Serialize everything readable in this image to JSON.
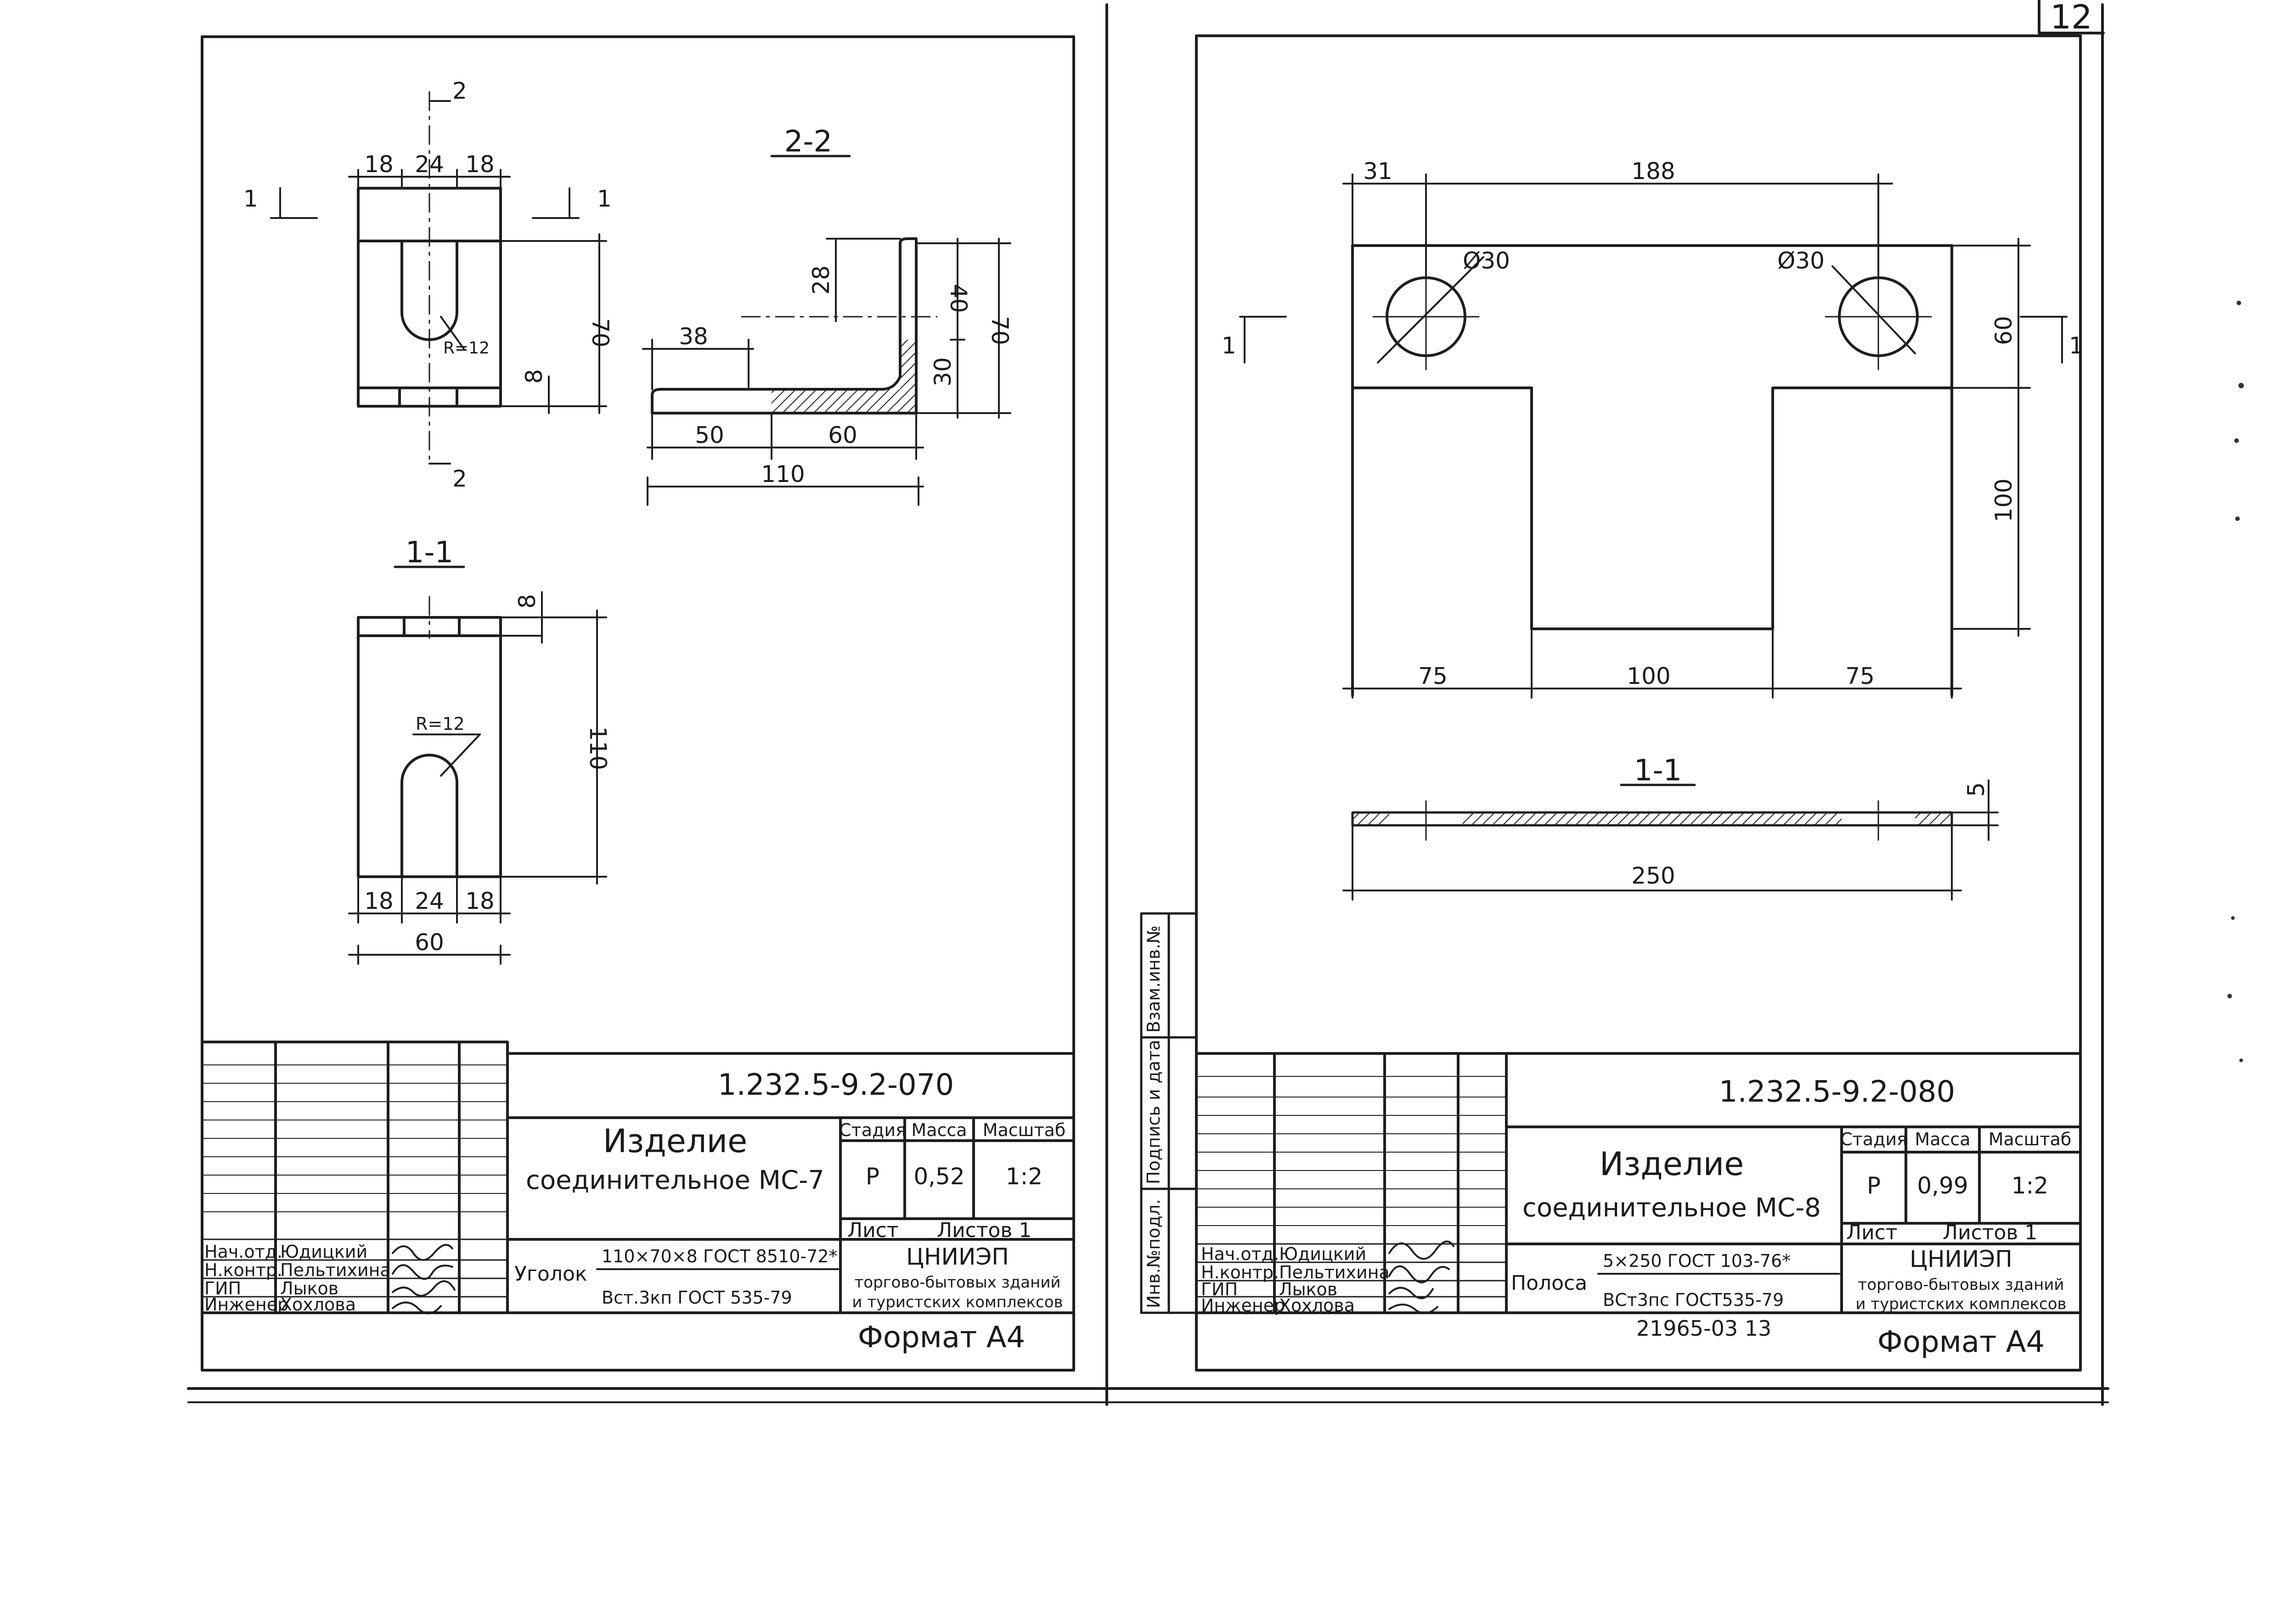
{
  "page_number": "12",
  "sheet_left": {
    "dimensions": {
      "top_widths": [
        "18",
        "24",
        "18"
      ],
      "height": "70",
      "slot_offset": "8",
      "radius": "R=12",
      "angle_leg": "38",
      "angle_vert_upper": "28",
      "angle_h1": "40",
      "angle_h2": "30",
      "angle_height": "70",
      "angle_b1": "50",
      "angle_b2": "60",
      "angle_total": "110",
      "s11_thk": "8",
      "s11_height": "110",
      "s11_radius": "R=12",
      "s11_widths": [
        "18",
        "24",
        "18"
      ],
      "s11_total": "60"
    },
    "section_labels": {
      "cut22_top": "2",
      "cut22_bottom": "2",
      "cut11_left": "1",
      "cut11_right": "1",
      "section22": "2-2",
      "section11": "1-1"
    },
    "title_block": {
      "designation": "1.232.5-9.2-070",
      "name_line1": "Изделие",
      "name_line2": "соединительное МС-7",
      "stage_header": "Стадия",
      "mass_header": "Масса",
      "scale_header": "Масштаб",
      "stage": "Р",
      "mass": "0,52",
      "scale": "1:2",
      "sheet_label": "Лист",
      "sheets_label": "Листов 1",
      "material_label": "Уголок",
      "material_spec_top": "110×70×8 ГОСТ 8510-72*",
      "material_spec_bottom": "Вст.3кп ГОСТ 535-79",
      "org_name": "ЦНИИЭП",
      "org_line2": "торгово-бытовых зданий",
      "org_line3": "и туристских комплексов",
      "format": "Формат А4",
      "staff": [
        {
          "role": "Нач.отд.",
          "name": "Юдицкий"
        },
        {
          "role": "Н.контр.",
          "name": "Пельтихина"
        },
        {
          "role": "ГИП",
          "name": "Лыков"
        },
        {
          "role": "Инженер",
          "name": "Хохлова"
        }
      ]
    }
  },
  "sheet_right": {
    "dimensions": {
      "left_offset": "31",
      "hole_span": "188",
      "hole1": "Ø30",
      "hole2": "Ø30",
      "upper_height": "60",
      "lower_height": "100",
      "bottom1": "75",
      "bottom2": "100",
      "bottom3": "75",
      "thickness": "5",
      "total_width": "250"
    },
    "section_labels": {
      "cut_left": "1",
      "cut_right": "1",
      "section11": "1-1"
    },
    "side_stamp": [
      "Инв.№подл.",
      "Подпись и дата",
      "Взам.инв.№"
    ],
    "title_block": {
      "designation": "1.232.5-9.2-080",
      "name_line1": "Изделие",
      "name_line2": "соединительное МС-8",
      "stage_header": "Стадия",
      "mass_header": "Масса",
      "scale_header": "Масштаб",
      "stage": "Р",
      "mass": "0,99",
      "scale": "1:2",
      "sheet_label": "Лист",
      "sheets_label": "Листов 1",
      "material_label": "Полоса",
      "material_spec_top": "5×250 ГОСТ 103-76*",
      "material_spec_bottom": "ВСт3пс ГОСТ535-79",
      "org_name": "ЦНИИЭП",
      "org_line2": "торгово-бытовых зданий",
      "org_line3": "и туристских комплексов",
      "format": "Формат А4",
      "archive_number": "21965-03 13",
      "staff": [
        {
          "role": "Нач.отд.",
          "name": "Юдицкий"
        },
        {
          "role": "Н.контр.",
          "name": "Пельтихина"
        },
        {
          "role": "ГИП",
          "name": "Лыков"
        },
        {
          "role": "Инженер",
          "name": "Хохлова"
        }
      ]
    }
  }
}
